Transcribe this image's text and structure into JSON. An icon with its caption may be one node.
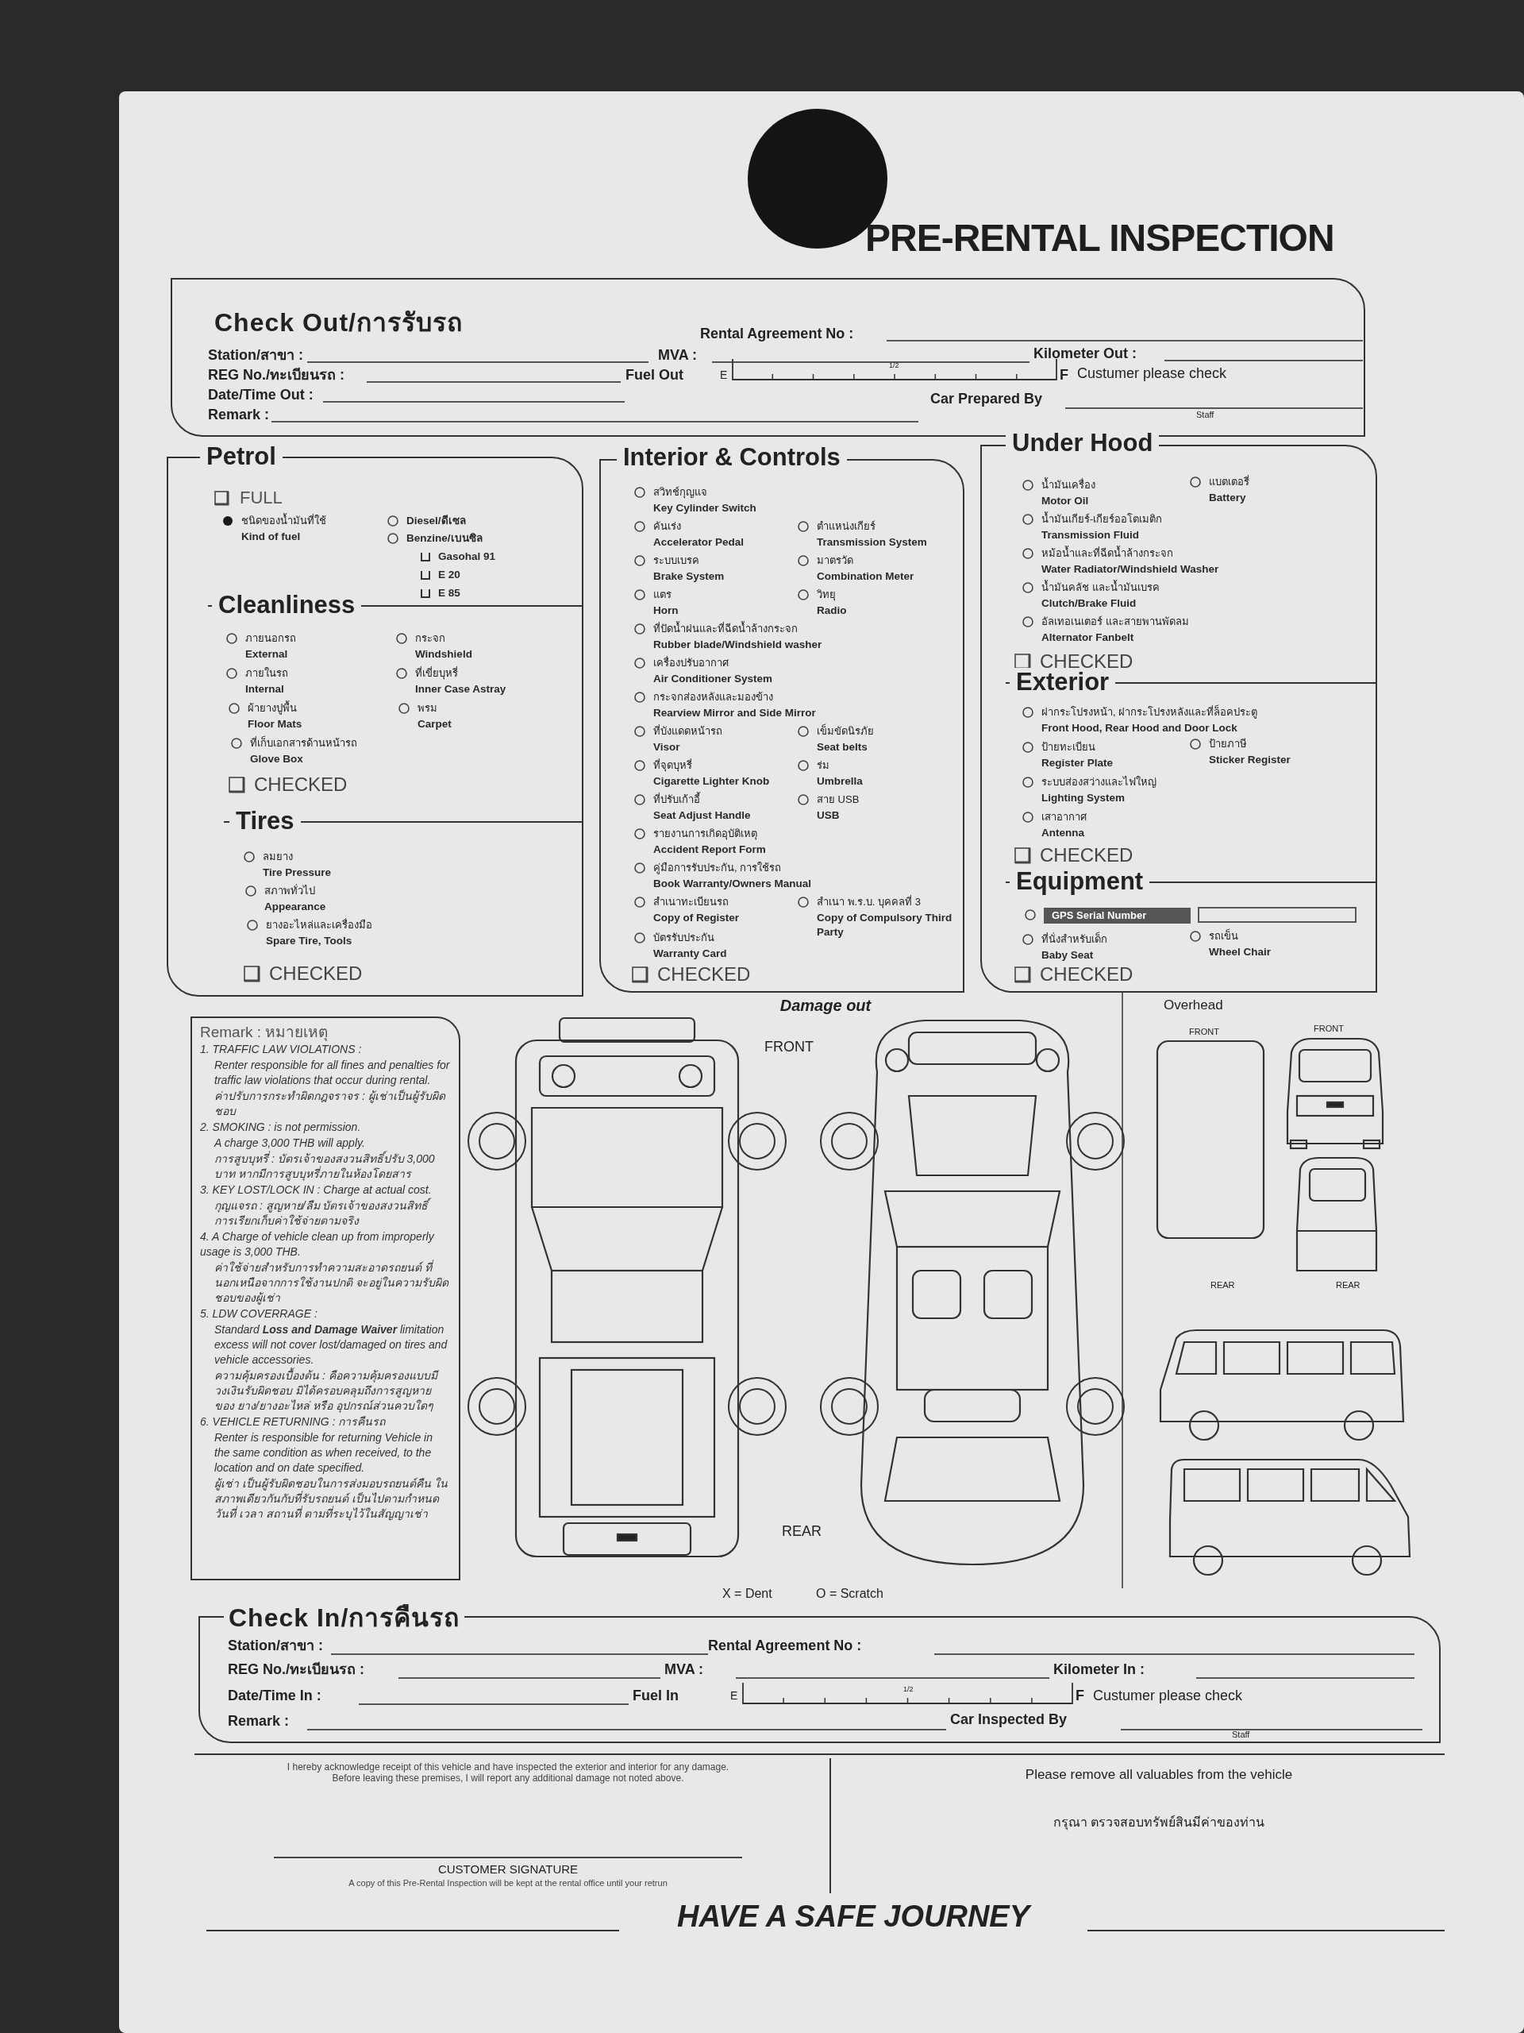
{
  "diagram": {
    "title": "PRE-RENTAL INSPECTION",
    "nodes": [
      {
        "text": [
          "Check Out/การรับรถ",
          "Rental Agreement No :",
          "Station/สาขา :",
          "MVA :",
          "Kilometer Out :",
          "REG No./ทะเบียนรถ :",
          "Fuel Out",
          "E",
          "1/2",
          "F",
          "Custumer please check",
          "Date/Time Out :",
          "Car Prepared By",
          "Staff",
          "Remark :"
        ]
      },
      {
        "text": [
          "Petrol",
          "FULL",
          "ชนิดของน้ำมันที่ใช้",
          "Kind of fuel",
          "Diesel/ดีเซล",
          "Benzine/เบนซิล",
          "Gasohal 91",
          "E 20",
          "E 85",
          "Cleanliness",
          "ภายนอกรถ",
          "External",
          "กระจก",
          "Windshield",
          "ภายในรถ",
          "Internal",
          "ที่เขี่ยบุหรี่",
          "Inner Case Astray",
          "ผ้ายางปูพื้น",
          "Floor Mats",
          "พรม",
          "Carpet",
          "ที่เก็บเอกสารด้านหน้ารถ",
          "Glove Box",
          "CHECKED",
          "Tires",
          "ลมยาง",
          "Tire Pressure",
          "สภาพทั่วไป",
          "Appearance",
          "ยางอะไหล่และเครื่องมือ",
          "Spare Tire, Tools",
          "CHECKED"
        ]
      },
      {
        "text": [
          "Interior & Controls",
          "สวิทช์กุญแจ",
          "Key Cylinder Switch",
          "คันเร่ง",
          "Accelerator Pedal",
          "ตำแหน่งเกียร์",
          "Transmission System",
          "ระบบเบรค",
          "Brake System",
          "มาตรวัด",
          "Combination Meter",
          "แตร",
          "Horn",
          "วิทยุ",
          "Radio",
          "ที่ปัดน้ำฝนและที่ฉีดน้ำล้างกระจก",
          "Rubber blade/Windshield washer",
          "เครื่องปรับอากาศ",
          "Air Conditioner System",
          "กระจกส่องหลังและมองข้าง",
          "Rearview Mirror and Side Mirror",
          "ที่บังแดดหน้ารถ",
          "Visor",
          "เข็มขัดนิรภัย",
          "Seat belts",
          "ที่จุดบุหรี่",
          "Cigarette Lighter Knob",
          "ร่ม",
          "Umbrella",
          "ที่ปรับเก้าอี้",
          "Seat Adjust Handle",
          "สาย USB",
          "USB",
          "รายงานการเกิดอุบัติเหตุ",
          "Accident Report Form",
          "คู่มือการรับประกัน, การใช้รถ",
          "Book Warranty/Owners Manual",
          "สำเนาทะเบียนรถ",
          "Copy of Register",
          "สำเนา พ.ร.บ. บุคคลที่ 3",
          "Copy of Compulsory Third Party",
          "บัตรรับประกัน",
          "Warranty Card",
          "CHECKED"
        ]
      },
      {
        "text": [
          "Under Hood",
          "น้ำมันเครื่อง",
          "Motor Oil",
          "แบตเตอรี่",
          "Battery",
          "น้ำมันเกียร์-เกียร์ออโตเมติก",
          "Transmission Fluid",
          "หม้อน้ำและที่ฉีดน้ำล้างกระจก",
          "Water Radiator/Windshield Washer",
          "น้ำมันคลัช และน้ำมันเบรค",
          "Clutch/Brake Fluid",
          "อัลเทอเนเตอร์ และสายพานพัดลม",
          "Alternator Fanbelt",
          "CHECKED",
          "Exterior",
          "ฝากระโปรงหน้า, ฝากระโปรงหลังและที่ล็อคประตู",
          "Front Hood, Rear Hood and Door Lock",
          "ป้ายทะเบียน",
          "Register Plate",
          "ป้ายภาษี",
          "Sticker Register",
          "ระบบส่องสว่างและไฟใหญ่",
          "Lighting System",
          "เสาอากาศ",
          "Antenna",
          "CHECKED",
          "Equipment",
          "GPS Serial Number",
          "ที่นั่งสำหรับเด็ก",
          "Baby Seat",
          "รถเข็น",
          "Wheel Chair",
          "CHECKED"
        ]
      },
      {
        "text": [
          "Remark : หมายเหตุ",
          "1. TRAFFIC LAW VIOLATIONS :",
          "Renter responsible for all fines and penalties for traffic law violations that occur during rental.",
          "ค่าปรับการกระทำผิดกฎจราจร : ผู้เช่าเป็นผู้รับผิดชอบ",
          "2. SMOKING : is not permission.",
          "A charge 3,000 THB will apply.",
          "การสูบบุหรี่ : บัตรเจ้าของสงวนสิทธิ์ปรับ 3,000 บาท หากมีการสูบบุหรี่ภายในห้องโดยสาร",
          "3. KEY LOST/LOCK IN : Charge at actual cost.",
          "กุญแจรถ : สูญหาย/ลืม บัตรเจ้าของสงวนสิทธิ์ การเรียกเก็บค่าใช้จ่ายตามจริง",
          "4. A Charge of vehicle clean up from improperly usage is 3,000 THB.",
          "ค่าใช้จ่ายสำหรับการทำความสะอาดรถยนต์ ที่นอกเหนือจากการใช้งานปกติ จะอยู่ในความรับผิดชอบของผู้เช่า",
          "5. LDW COVERRAGE :",
          "Standard **Loss and Damage Waiver** limitation excess will not cover lost/damaged on tires and vehicle accessories.",
          "ความคุ้มครองเบื้องต้น : คือความคุ้มครองแบบมีวงเงินรับผิดชอบ มิได้ครอบคลุมถึงการสูญหาย ของ ยาง/ยางอะไหล่ หรือ อุปกรณ์ส่วนควบใดๆ",
          "6. VEHICLE RETURNING : การคืนรถ",
          "Renter is responsible for returning Vehicle in the same condition as when received, to the location and on date specified.",
          "ผู้เช่า เป็นผู้รับผิดชอบในการส่งมอบรถยนต์คืน ในสภาพเดียวกันกับที่รับรถยนต์ เป็นไปตามกำหนด วันที่ เวลา สถานที่ ตามที่ระบุไว้ในสัญญาเช่า"
        ]
      },
      {
        "text": [
          "Check In/การคืนรถ",
          "Station/สาขา :",
          "Rental Agreement No :",
          "REG No./ทะเบียนรถ :",
          "MVA :",
          "Kilometer In :",
          "Date/Time In :",
          "Fuel In",
          "E",
          "1/2",
          "F",
          "Custumer please check",
          "Remark :",
          "Car Inspected By",
          "Staff"
        ]
      }
    ],
    "labels": [
      "Damage out",
      "FRONT",
      "REAR",
      "X = Dent",
      "O = Scratch",
      "Overhead",
      "FRONT",
      "FRONT",
      "REAR",
      "REAR",
      "I hereby acknowledge receipt of this vehicle and have inspected the exterior and interior for any damage. Before leaving these premises, I will report any additional damage not noted above.",
      "CUSTOMER SIGNATURE",
      "A copy of this Pre-Rental Inspection will be kept at the rental office until your retrun",
      "Please remove all valuables from the vehicle",
      "กรุณา ตรวจสอบทรัพย์สินมีค่าของท่าน",
      "HAVE A SAFE JOURNEY"
    ]
  }
}
